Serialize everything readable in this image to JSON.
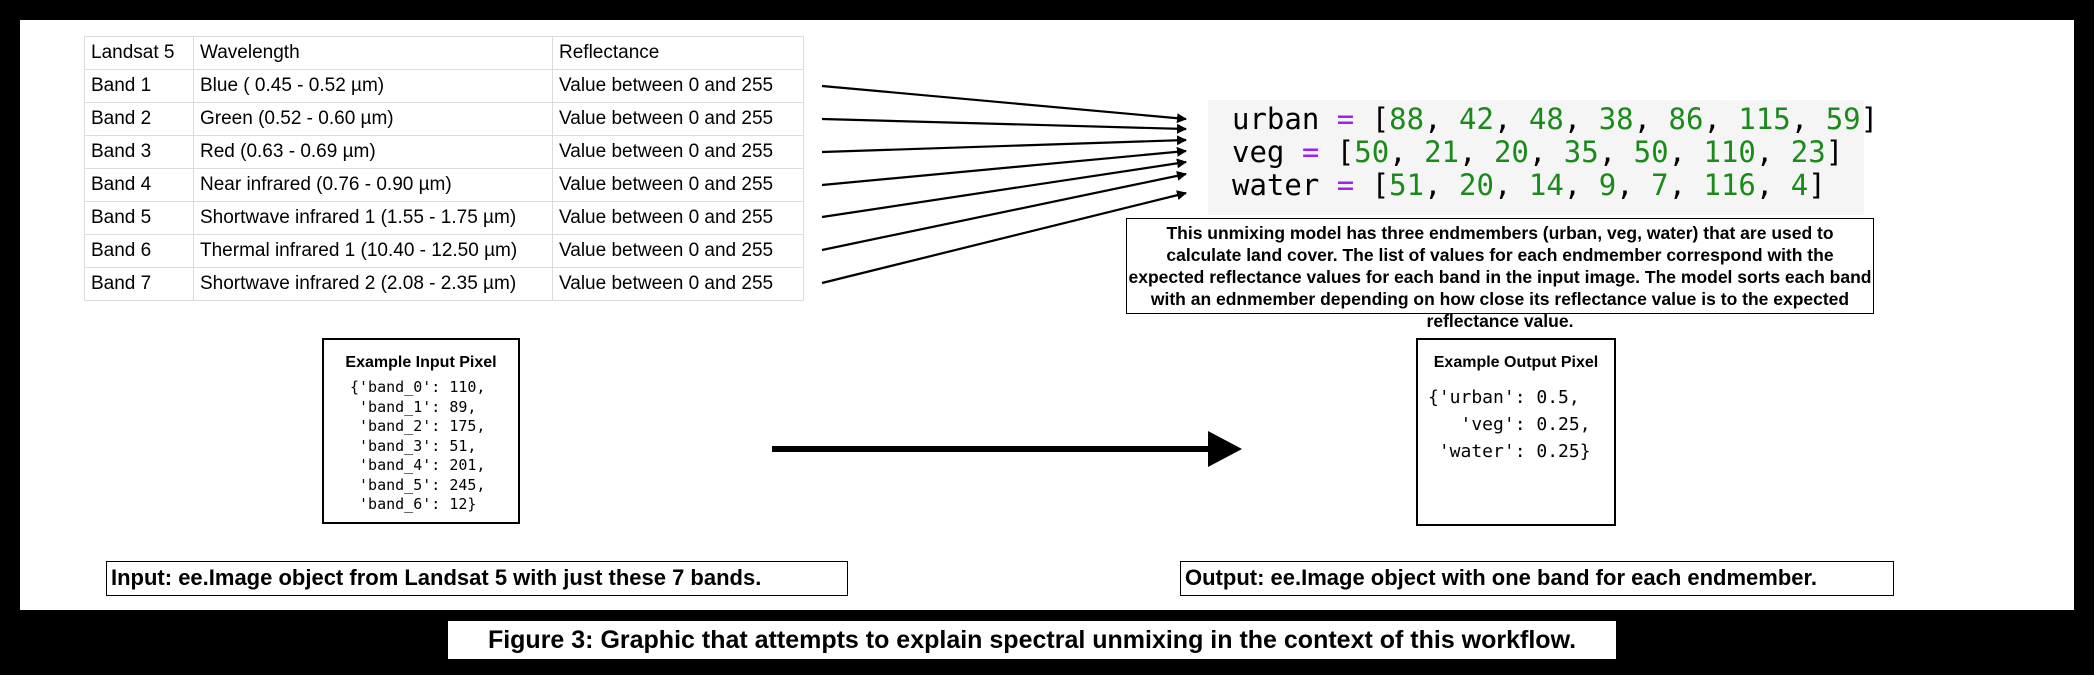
{
  "table": {
    "headers": [
      "Landsat 5",
      "Wavelength",
      "Reflectance"
    ],
    "rows": [
      [
        "Band 1",
        "Blue ( 0.45 - 0.52 µm)",
        "Value between 0 and 255"
      ],
      [
        "Band 2",
        "Green (0.52 - 0.60 µm)",
        "Value between 0 and 255"
      ],
      [
        "Band 3",
        "Red (0.63 - 0.69 µm)",
        "Value between 0 and 255"
      ],
      [
        "Band 4",
        "Near infrared (0.76 - 0.90 µm)",
        "Value between 0 and 255"
      ],
      [
        "Band 5",
        "Shortwave infrared 1 (1.55 - 1.75 µm)",
        "Value between 0 and 255"
      ],
      [
        "Band 6",
        "Thermal infrared 1 (10.40 - 12.50 µm)",
        "Value between 0 and 255"
      ],
      [
        "Band 7",
        "Shortwave infrared 2 (2.08 - 2.35 µm)",
        "Value between 0 and 255"
      ]
    ]
  },
  "endmembers": [
    {
      "name": "urban",
      "values": [
        88,
        42,
        48,
        38,
        86,
        115,
        59
      ]
    },
    {
      "name": "veg",
      "values": [
        50,
        21,
        20,
        35,
        50,
        110,
        23
      ]
    },
    {
      "name": "water",
      "values": [
        51,
        20,
        14,
        9,
        7,
        116,
        4
      ]
    }
  ],
  "code_colors": {
    "operator": "#a020f0",
    "number": "#1a8a1a"
  },
  "explanation": "This unmixing model has three endmembers (urban, veg, water) that are used to calculate land cover.  The list of values for each endmember correspond with the expected reflectance values for each band in the input image.  The model sorts each band with an ednmember depending on how close its reflectance value is to the expected reflectance value.",
  "input_pixel": {
    "title": "Example Input Pixel",
    "code": "{'band_0': 110,\n 'band_1': 89,\n 'band_2': 175,\n 'band_3': 51,\n 'band_4': 201,\n 'band_5': 245,\n 'band_6': 12}"
  },
  "output_pixel": {
    "title": "Example Output Pixel",
    "code": "{'urban': 0.5,\n   'veg': 0.25,\n 'water': 0.25}"
  },
  "input_label": "Input: ee.Image object from Landsat 5 with just these 7 bands.",
  "output_label": "Output: ee.Image object with one band for each endmember.",
  "caption": "Figure 3: Graphic that attempts to explain spectral unmixing in the context of this workflow."
}
